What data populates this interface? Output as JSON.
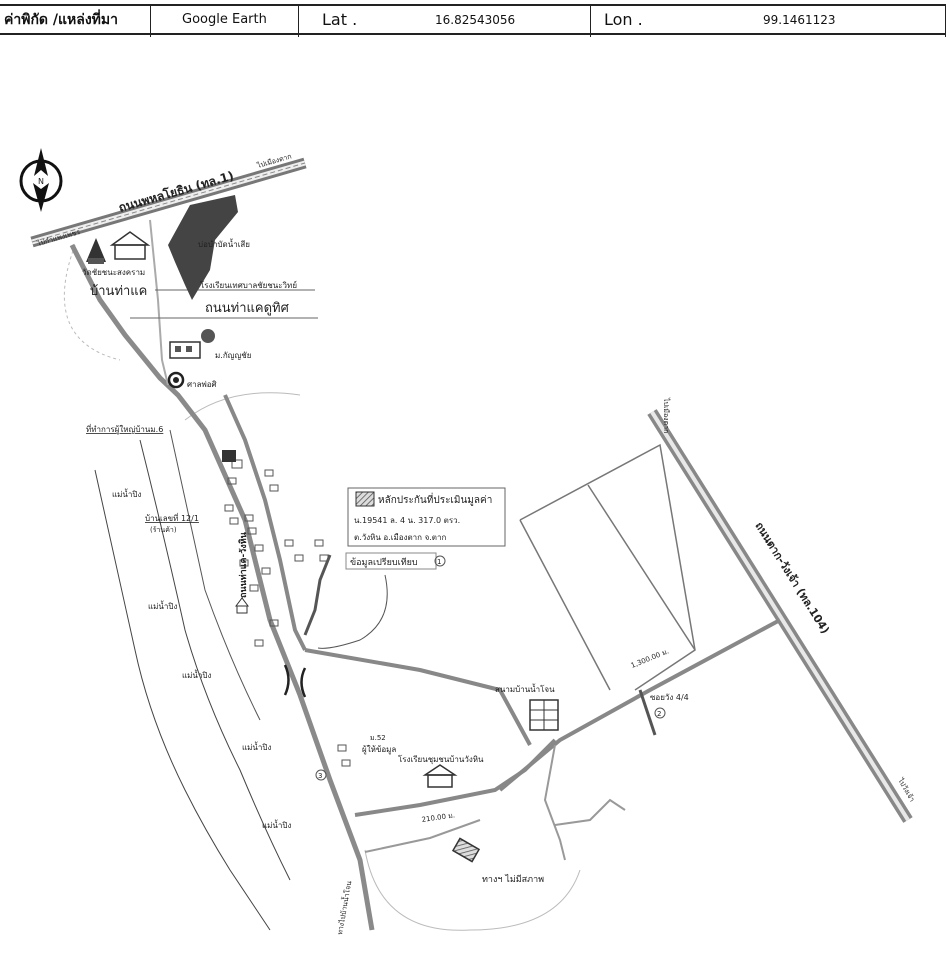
{
  "header": {
    "coord_label": "ค่าพิกัด /แหล่งที่มา",
    "source": "Google Earth",
    "lat_label": "Lat .",
    "lat_value": "16.82543056",
    "lon_label": "Lon .",
    "lon_value": "99.1461123"
  },
  "map": {
    "north_letter": "N",
    "road_top_name": "ถนนพหลโยธิน (ทล.1)",
    "road_top_to_left": "ไปกำแพงเพชร",
    "road_top_to_right": "ไปเมืองตาก",
    "road_right_name": "ถนนตาก-วังเจ้า (ทล.104)",
    "road_right_to_top": "ไปเมืองตาก",
    "road_right_to_bottom": "ไปวังเจ้า",
    "temple": "วัดชัยชนะสงคราม",
    "school_top": "โรงเรียนเทศบาลชัยชนะวิทย์",
    "pond": "บ่อบำบัดน้ำเสีย",
    "village": "บ้านท่าแค",
    "road_tha_khae": "ถนนท่าแคดูทิศ",
    "house_label": "ม.กัญญชัย",
    "landmark": "ศาลพ่อศิ",
    "village_head": "ที่ทำการผู้ใหญ่บ้านม.6",
    "village_num": "บ้านเลขที่ 12/1",
    "village_num2": "(ร้านค้า)",
    "river": "แม่น้ำปิง",
    "road_local": "ถนนท่าแค-วังหิน",
    "legend_title": "หลักประกันที่ประเมินมูลค่า",
    "legend_line1": "น.19541 ล. 4 น. 317.0 ตรว.",
    "legend_line2": "ต.วังหิน อ.เมืองตาก จ.ตาก",
    "compare_label": "ข้อมูลเปรียบเทียบ",
    "compare_num": "1",
    "stadium": "สนามบ้านน้ำโจน",
    "dist_right": "1,300.00 ม.",
    "alley": "ซอยวัง 4/4",
    "alley_num": "2",
    "village52": "ม.52",
    "helper": "ผู้ให้ข้อมูล",
    "school_bottom": "โรงเรียนชุมชนบ้านวังหิน",
    "dist_bottom": "210.00 ม.",
    "subject": "ทางฯ ไม่มีสภาพ",
    "road_bottom": "ทางไปบ้านน้ำโจน",
    "marker3": "3"
  },
  "colors": {
    "road": "#8a8a8a",
    "line": "#555555",
    "faint": "#aaaaaa",
    "dark": "#333333"
  }
}
